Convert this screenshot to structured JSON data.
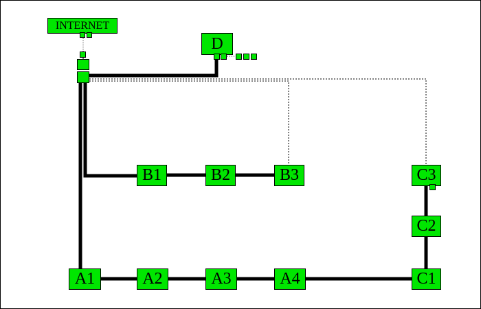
{
  "diagram": {
    "internet_label": "INTERNET",
    "nodes": {
      "D": "D",
      "B1": "B1",
      "B2": "B2",
      "B3": "B3",
      "C1": "C1",
      "C2": "C2",
      "C3": "C3",
      "A1": "A1",
      "A2": "A2",
      "A3": "A3",
      "A4": "A4"
    },
    "colors": {
      "node_fill": "#00e600",
      "link": "#000000",
      "background": "#ffffff"
    }
  }
}
